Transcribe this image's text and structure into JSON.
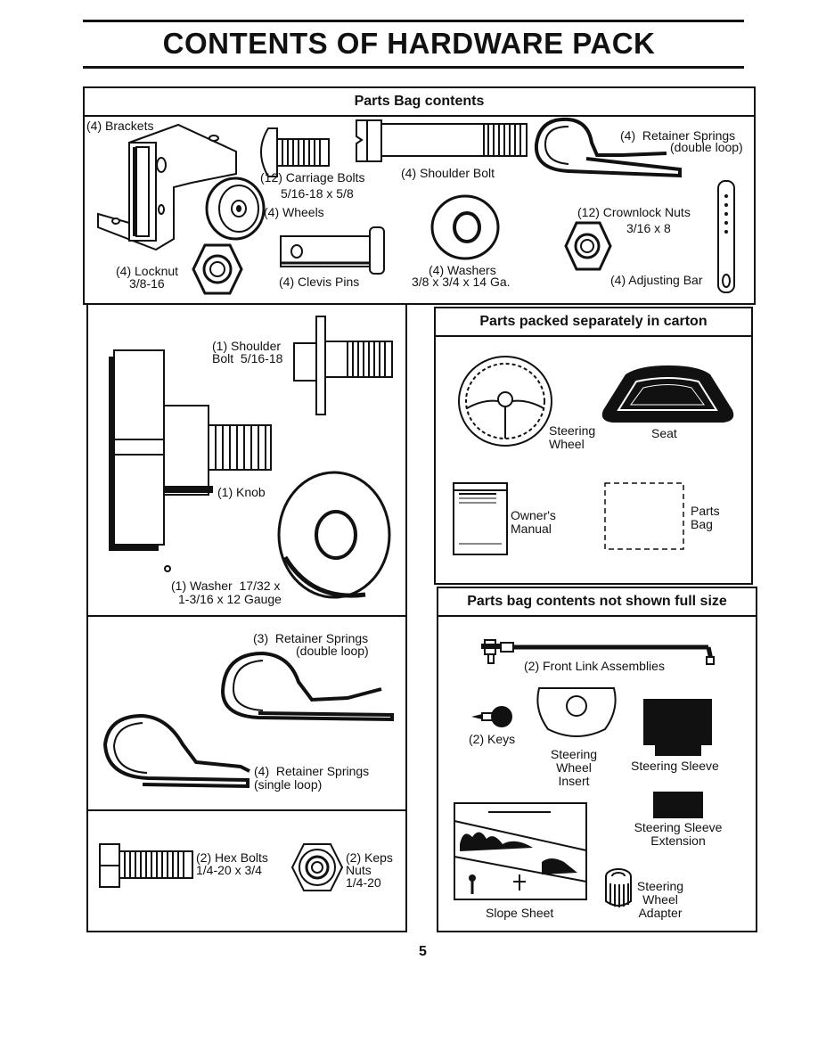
{
  "page": {
    "title": "CONTENTS OF HARDWARE PACK",
    "page_number": "5"
  },
  "parts_bag": {
    "header": "Parts Bag contents",
    "brackets": "(4) Brackets",
    "carriage_bolts": "(12) Carriage Bolts",
    "carriage_bolts_size": "5/16-18 x 5/8",
    "shoulder_bolt": "(4) Shoulder Bolt",
    "retainer_springs": "(4)  Retainer Springs",
    "retainer_springs_type": "(double loop)",
    "wheels": "(4) Wheels",
    "crownlock_nuts": "(12) Crownlock Nuts",
    "crownlock_nuts_size": "3/16 x 8",
    "locknut": "(4) Locknut",
    "locknut_size": "3/8-16",
    "clevis_pins": "(4) Clevis Pins",
    "washers": "(4) Washers",
    "washers_size": "3/8 x 3/4 x 14 Ga.",
    "adjusting_bar": "(4) Adjusting Bar"
  },
  "knob_panel": {
    "shoulder_bolt": "(1) Shoulder",
    "shoulder_bolt_size": "Bolt  5/16-18",
    "knob": "(1) Knob",
    "washer": "(1) Washer  17/32 x",
    "washer_size": "1-3/16 x 12 Gauge"
  },
  "springs_panel": {
    "double_loop_label": "(3)  Retainer Springs",
    "double_loop_type": "(double loop)",
    "single_loop_label": "(4)  Retainer Springs",
    "single_loop_type": "(single loop)"
  },
  "bolts_panel": {
    "hex_bolts": "(2) Hex Bolts",
    "hex_bolts_size": "1/4-20 x 3/4",
    "keps_nuts": "(2) Keps",
    "keps_nuts_2": "Nuts",
    "keps_nuts_size": "1/4-20"
  },
  "carton": {
    "header": "Parts packed separately in carton",
    "steering_wheel": "Steering\nWheel",
    "seat": "Seat",
    "owners_manual": "Owner's\nManual",
    "parts_bag": "Parts\nBag"
  },
  "not_full_size": {
    "header": "Parts bag contents not shown full size",
    "front_link": "(2) Front Link Assemblies",
    "keys": "(2) Keys",
    "wheel_insert": "Steering\nWheel\nInsert",
    "steering_sleeve": "Steering Sleeve",
    "sleeve_extension": "Steering Sleeve\nExtension",
    "slope_sheet": "Slope Sheet",
    "wheel_adapter": "Steering\nWheel\nAdapter"
  }
}
